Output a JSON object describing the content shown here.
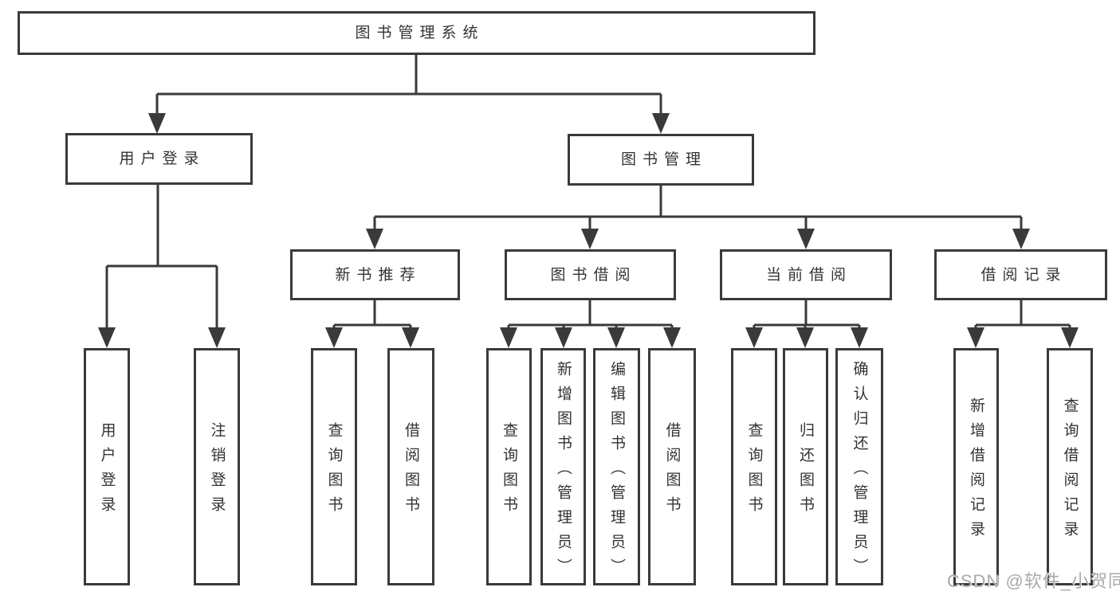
{
  "watermark": "CSDN @软件_小贺同学",
  "colors": {
    "line": "#3a3a3a",
    "box_border": "#3a3a3a",
    "text": "#333333",
    "background": "#ffffff",
    "watermark_text": "#a9a9a9"
  },
  "tree": {
    "label": "图书管理系统",
    "children": [
      {
        "label": "用户登录",
        "children": [
          {
            "label": "用户登录"
          },
          {
            "label": "注销登录"
          }
        ]
      },
      {
        "label": "图书管理",
        "children": [
          {
            "label": "新书推荐",
            "children": [
              {
                "label": "查询图书"
              },
              {
                "label": "借阅图书"
              }
            ]
          },
          {
            "label": "图书借阅",
            "children": [
              {
                "label": "查询图书"
              },
              {
                "label": "新增图书（管理员）"
              },
              {
                "label": "编辑图书（管理员）"
              },
              {
                "label": "借阅图书"
              }
            ]
          },
          {
            "label": "当前借阅",
            "children": [
              {
                "label": "查询图书"
              },
              {
                "label": "归还图书"
              },
              {
                "label": "确认归还（管理员）"
              }
            ]
          },
          {
            "label": "借阅记录",
            "children": [
              {
                "label": "新增借阅记录"
              },
              {
                "label": "查询借阅记录"
              }
            ]
          }
        ]
      }
    ]
  }
}
